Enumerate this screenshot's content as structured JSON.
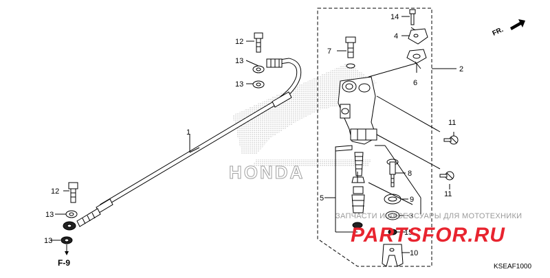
{
  "diagram": {
    "fr_label": "FR.",
    "ref_label": "F-9",
    "code": "KSEAF1000",
    "brand": "HONDA",
    "watermark": {
      "caption": "ЗАПЧАСТИ И АКСЕССУАРЫ ДЛЯ МОТОТЕХНИКИ",
      "logo": "PARTSFOR.RU"
    },
    "callouts": {
      "c1": "1",
      "c2": "2",
      "c3": "3",
      "c4": "4",
      "c5": "5",
      "c6": "6",
      "c7": "7",
      "c8": "8",
      "c9": "9",
      "c10": "10",
      "c11a": "11",
      "c11b": "11",
      "c12a": "12",
      "c12b": "12",
      "c13a": "13",
      "c13b": "13",
      "c13c": "13",
      "c13d": "13",
      "c14": "14",
      "c15": "15"
    }
  }
}
